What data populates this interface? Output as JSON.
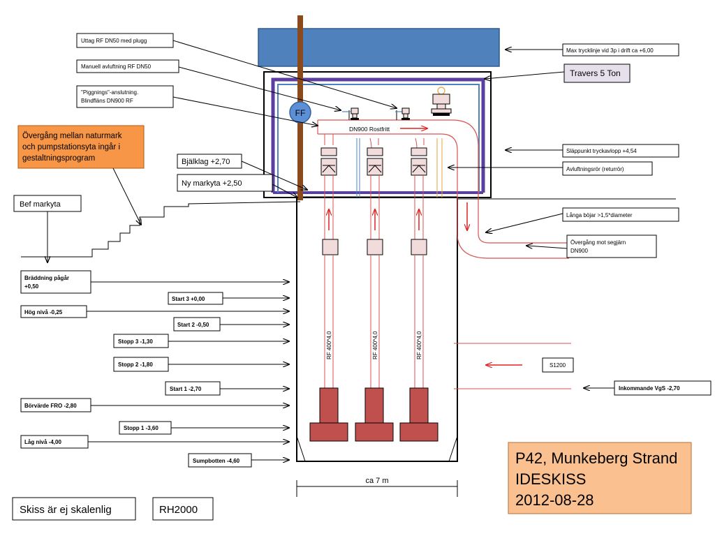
{
  "labels": {
    "uttag": "Uttag RF DN50 med plugg",
    "manuell": "Manuell avluftning RF DN50",
    "piggnings_1": "\"Piggnings\"-anslutning.",
    "piggnings_2": "Blindfläns DN900 RF",
    "max_tryck": "Max trycklinje vid  3p i drift ca +6,00",
    "travers": "Travers 5 Ton",
    "ff": "FF",
    "dn900": "DN900 Rostfritt",
    "overgang_natur_1": "Övergång mellan naturmark",
    "overgang_natur_2": "och pumpstationsyta ingår i",
    "overgang_natur_3": "gestaltningsprogram",
    "bjalklag": "Bjälklag +2,70",
    "ny_markyta": "Ny markyta +2,50",
    "bef_markyta": "Bef markyta",
    "slappunkt": "Släppunkt tryckavlopp +4,54",
    "avluftningsror": "Avluftningsrör (returrör)",
    "langa_bojar": "Långa böjar >1,5*diameter",
    "overgang_seg_1": "Övergång mot segjärn",
    "overgang_seg_2": "DN900",
    "braddning_1": "Bräddning pågår",
    "braddning_2": "+0,50",
    "start3": "Start 3 +0,00",
    "hog_niva": "Hög nivå  -0,25",
    "start2": "Start 2 -0,50",
    "stopp3": "Stopp 3 -1,30",
    "stopp2": "Stopp 2 -1,80",
    "start1": "Start 1 -2,70",
    "borvarde": "Börvärde FRO -2,80",
    "stopp1": "Stopp 1 -3,60",
    "lag_niva": "Låg nivå -4,00",
    "sumpbotten": "Sumpbotten -4,60",
    "pipe_label": "RF 400*4,0",
    "s1200": "S1200",
    "inkommande": "Inkommande VgS -2,70",
    "width": "ca 7 m",
    "skiss": "Skiss är ej skalenlig",
    "rh": "RH2000",
    "title_1": "P42, Munkeberg Strand",
    "title_2": "IDESKISS",
    "title_3": "2012-08-28"
  },
  "colors": {
    "roof": "#4f81bd",
    "walls": "#5a3fa0",
    "pipe": "#d9524f",
    "pump": "#c0504d",
    "fitting": "#f2dcdb",
    "title_box": "#fac090",
    "orange_box": "#f79646",
    "travers_box": "#e6e0ec",
    "pole": "#8b4a1c",
    "ff": "#5b8fd6"
  }
}
